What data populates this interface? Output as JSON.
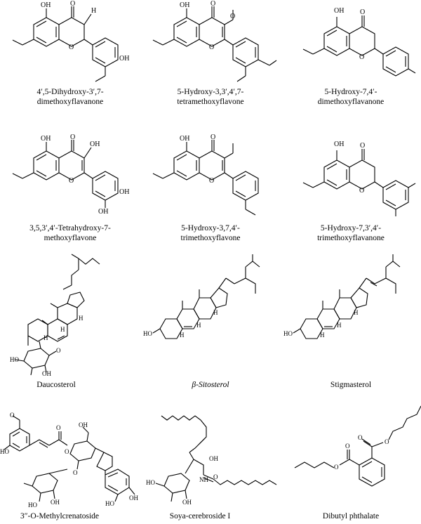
{
  "compounds": [
    {
      "name_lines": [
        "4′,5-Dihydroxy-3′,7-",
        "dimethoxyflavanone"
      ]
    },
    {
      "name_lines": [
        "5-Hydroxy-3,3′,4′,7-",
        "tetramethoxyflavone"
      ]
    },
    {
      "name_lines": [
        "5-Hydroxy-7,4′-",
        "dimethoxyflavanone"
      ]
    },
    {
      "name_lines": [
        "3,5,3′,4′-Tetrahydroxy-7-",
        "methoxyflavone"
      ]
    },
    {
      "name_lines": [
        "5-Hydroxy-3,7,4′-",
        "trimethoxyflavone"
      ]
    },
    {
      "name_lines": [
        "5-Hydroxy-7,3′,4′-",
        "trimethoxyflavanone"
      ]
    },
    {
      "name_lines": [
        "Daucosterol"
      ]
    },
    {
      "name_lines": [
        "β-Sitosterol"
      ]
    },
    {
      "name_lines": [
        "Stigmasterol"
      ]
    },
    {
      "name_lines": [
        "3″-O-Methylcrenatoside"
      ]
    },
    {
      "name_lines": [
        "Soya-cerebroside I"
      ]
    },
    {
      "name_lines": [
        "Dibutyl phthalate"
      ]
    }
  ],
  "atoms": {
    "oh": "OH",
    "ho": "HO",
    "o": "O",
    "h": "H",
    "s_oh": "OH",
    "s_o": "O",
    "nh": "NH"
  }
}
